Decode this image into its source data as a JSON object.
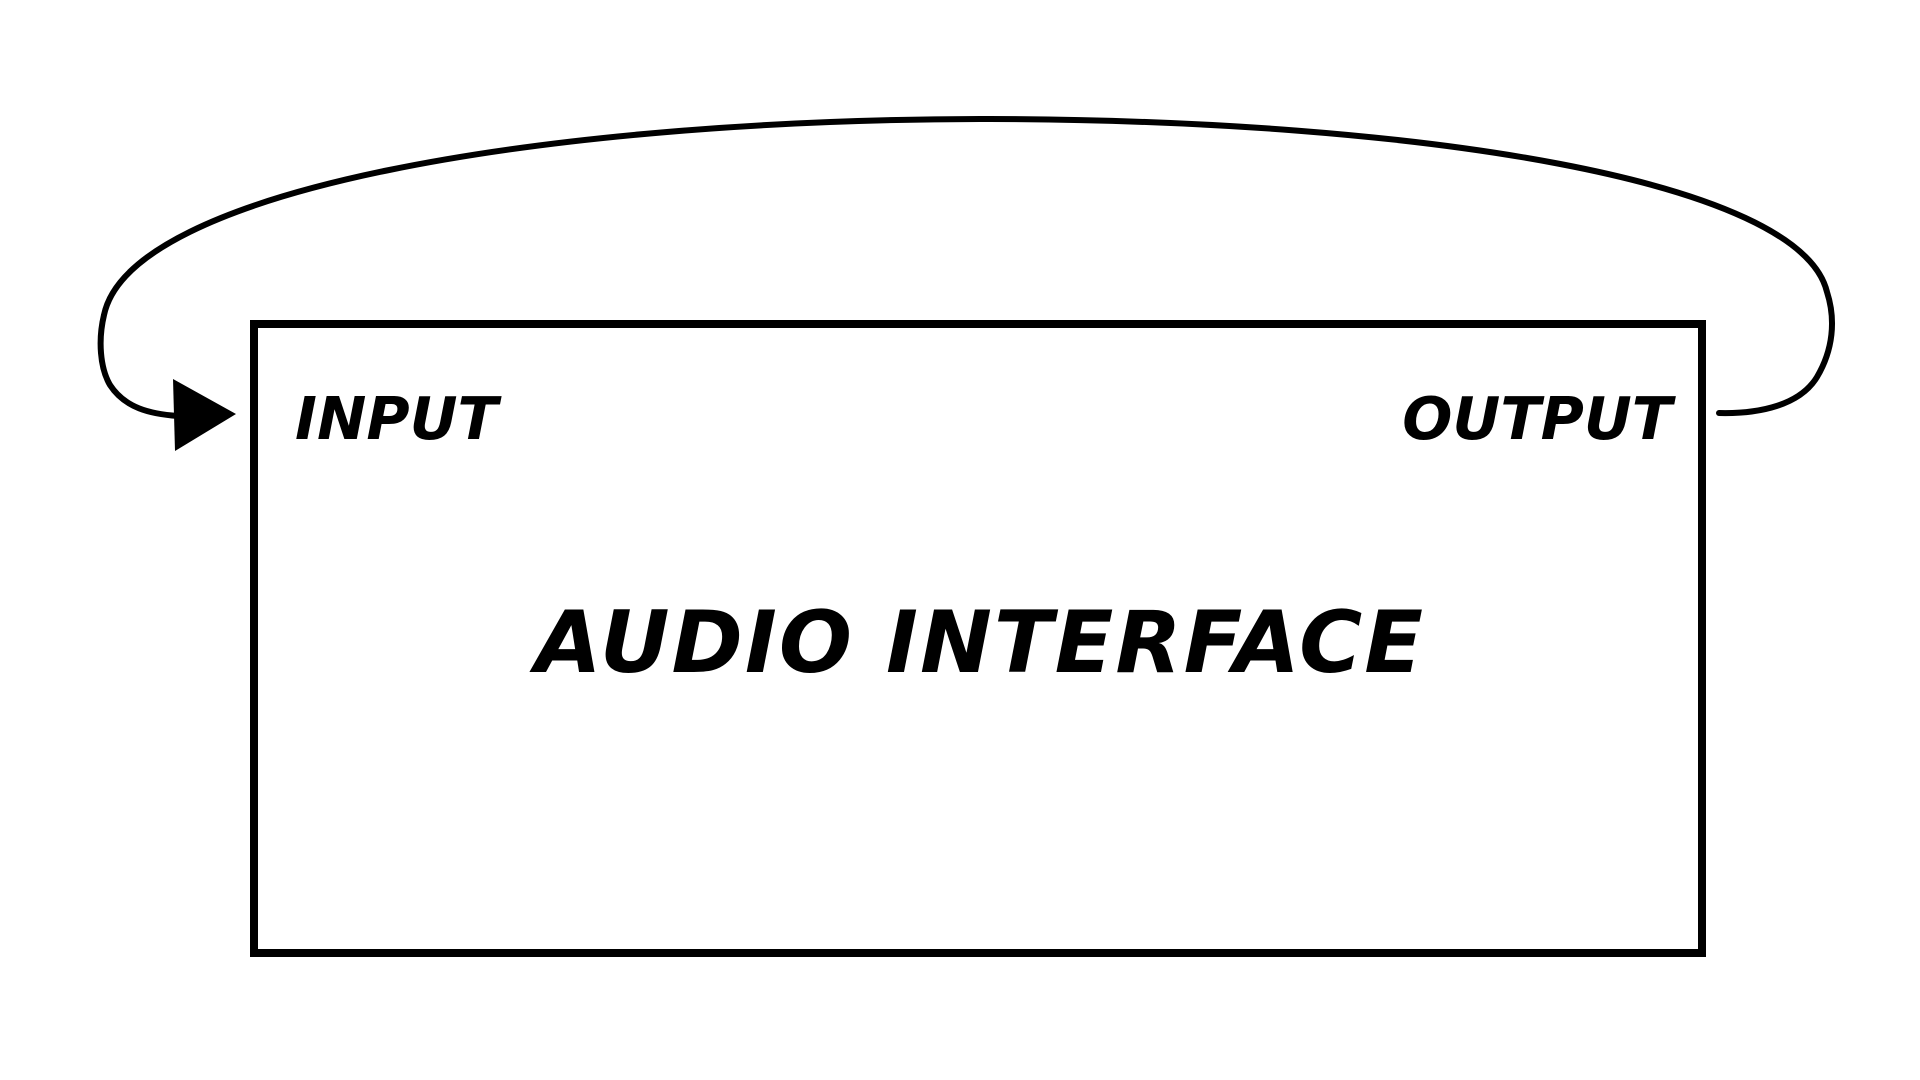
{
  "diagram": {
    "box_label": "AUDIO INTERFACE",
    "input_label": "INPUT",
    "output_label": "OUTPUT",
    "connection": "loopback from output to input"
  },
  "colors": {
    "stroke": "#000000",
    "background": "#ffffff"
  }
}
